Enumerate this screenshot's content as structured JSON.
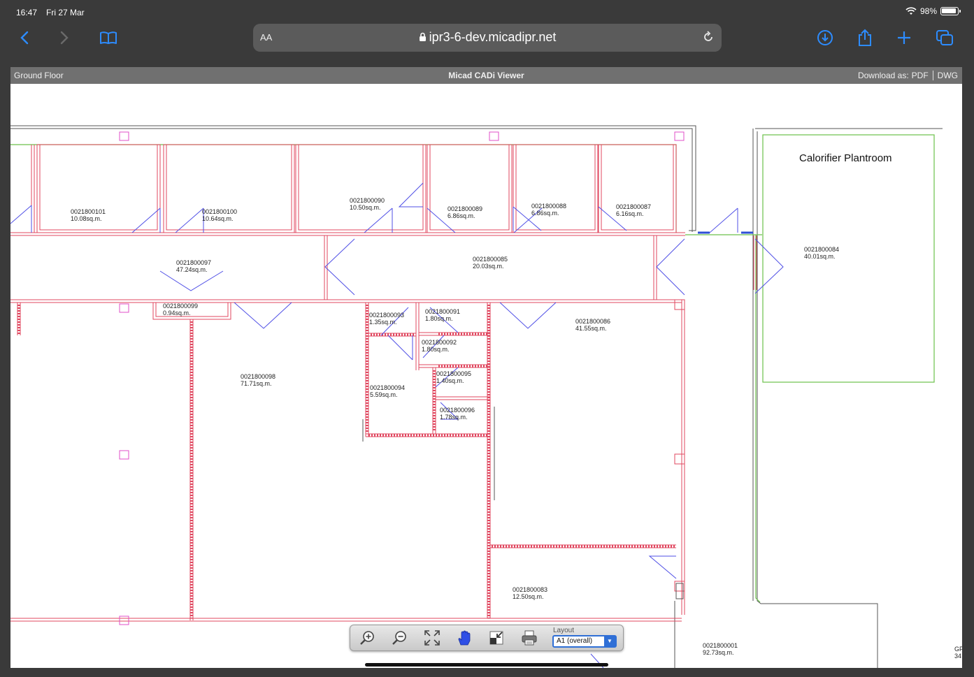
{
  "status_bar": {
    "time": "16:47",
    "date": "Fri 27 Mar",
    "battery": "98%"
  },
  "browser": {
    "text_size_label": "AA",
    "url": "ipr3-6-dev.micadipr.net",
    "icons": [
      "back-icon",
      "forward-icon",
      "bookmarks-icon",
      "lock-icon",
      "reload-icon",
      "downloads-icon",
      "share-icon",
      "new-tab-icon",
      "tabs-icon"
    ]
  },
  "app": {
    "floor": "Ground Floor",
    "title": "Micad CADi Viewer",
    "download_label": "Download as:",
    "download_pdf": "PDF",
    "download_dwg": "DWG"
  },
  "plant_room": "Calorifier Plantroom",
  "rooms": [
    {
      "id": "0021800101",
      "area": "10.08sq.m."
    },
    {
      "id": "0021800100",
      "area": "10.64sq.m."
    },
    {
      "id": "0021800090",
      "area": "10.50sq.m."
    },
    {
      "id": "0021800089",
      "area": "6.86sq.m."
    },
    {
      "id": "0021800088",
      "area": "6.86sq.m."
    },
    {
      "id": "0021800087",
      "area": "6.16sq.m."
    },
    {
      "id": "0021800084",
      "area": "40.01sq.m."
    },
    {
      "id": "0021800097",
      "area": "47.24sq.m."
    },
    {
      "id": "0021800085",
      "area": "20.03sq.m."
    },
    {
      "id": "0021800099",
      "area": "0.94sq.m."
    },
    {
      "id": "0021800093",
      "area": "1.35sq.m."
    },
    {
      "id": "0021800091",
      "area": "1.80sq.m."
    },
    {
      "id": "0021800086",
      "area": "41.55sq.m."
    },
    {
      "id": "0021800092",
      "area": "1.80sq.m."
    },
    {
      "id": "0021800098",
      "area": "71.71sq.m."
    },
    {
      "id": "0021800095",
      "area": "1.40sq.m."
    },
    {
      "id": "0021800094",
      "area": "5.59sq.m."
    },
    {
      "id": "0021800096",
      "area": "1.78sq.m."
    },
    {
      "id": "0021800083",
      "area": "12.50sq.m."
    },
    {
      "id": "0021800001",
      "area": "92.73sq.m."
    }
  ],
  "edge_text": [
    "GF",
    "34"
  ],
  "viewer_tools": {
    "icons": [
      "zoom-in-icon",
      "zoom-out-icon",
      "fit-extents-icon",
      "pan-hand-icon",
      "zoom-window-icon",
      "print-icon"
    ],
    "layout_label": "Layout",
    "layout_value": "A1 (overall)",
    "layout_arrow": "▼"
  },
  "colors": {
    "wall": "#e0475f",
    "door": "#4f4fe6",
    "outline": "#6cc04a",
    "marker": "#e04fc9",
    "app_header": "#707070",
    "accent": "#2f6fd6"
  }
}
